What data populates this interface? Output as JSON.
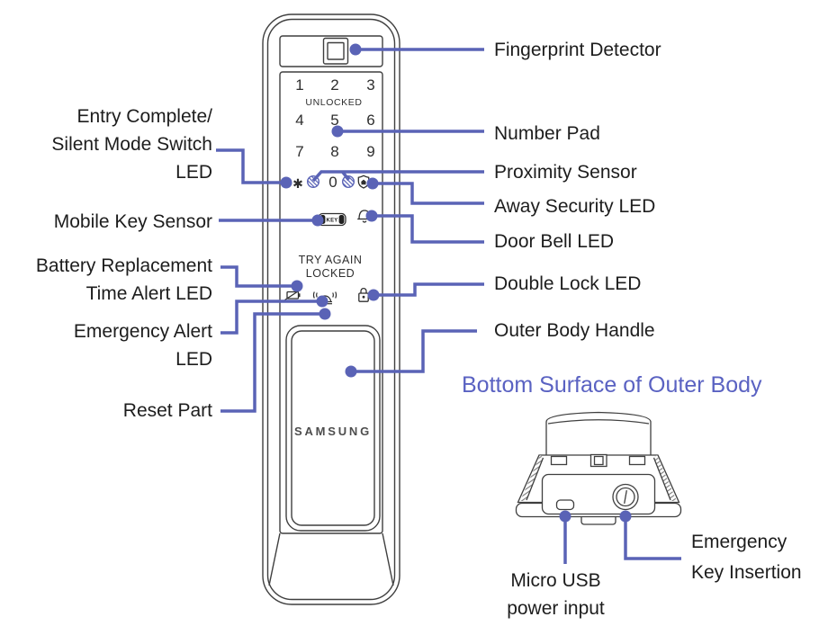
{
  "front_view": {
    "brand": "SAMSUNG",
    "keypad": {
      "row1": [
        "1",
        "2",
        "3"
      ],
      "row2": [
        "4",
        "5",
        "6"
      ],
      "row3": [
        "7",
        "8",
        "9"
      ],
      "star_key": "✱",
      "zero_key": "0",
      "unlocked_label": "UNLOCKED"
    },
    "status": {
      "try_again": "TRY AGAIN",
      "locked": "LOCKED"
    },
    "key_badge_label": "KEY"
  },
  "callout_labels": {
    "left": [
      {
        "name": "entry-complete-silent-mode-switch-led",
        "lines": [
          "Entry Complete/",
          "Silent Mode Switch",
          "LED"
        ]
      },
      {
        "name": "mobile-key-sensor",
        "lines": [
          "Mobile Key Sensor"
        ]
      },
      {
        "name": "battery-replacement-time-alert-led",
        "lines": [
          "Battery Replacement",
          "Time Alert LED"
        ]
      },
      {
        "name": "emergency-alert-led",
        "lines": [
          "Emergency Alert",
          "LED"
        ]
      },
      {
        "name": "reset-part",
        "lines": [
          "Reset Part"
        ]
      }
    ],
    "right": [
      {
        "name": "fingerprint-detector",
        "text": "Fingerprint Detector"
      },
      {
        "name": "number-pad",
        "text": "Number Pad"
      },
      {
        "name": "proximity-sensor",
        "text": "Proximity Sensor"
      },
      {
        "name": "away-security-led",
        "text": "Away Security LED"
      },
      {
        "name": "door-bell-led",
        "text": "Door Bell LED"
      },
      {
        "name": "double-lock-led",
        "text": "Double Lock LED"
      },
      {
        "name": "outer-body-handle",
        "text": "Outer Body Handle"
      }
    ]
  },
  "bottom_view": {
    "heading": "Bottom Surface of Outer Body",
    "labels": [
      {
        "name": "micro-usb-power-input",
        "lines": [
          "Micro USB",
          "power input"
        ]
      },
      {
        "name": "emergency-key-insertion",
        "lines": [
          "Emergency",
          "Key Insertion"
        ]
      }
    ]
  },
  "icons": {
    "fingerprint-scanner-icon": "double-square",
    "proximity-sensor-icon": "blue-hatched-circle",
    "away-security-icon": "shield-with-house",
    "mobile-key-icon": "key-card-badge",
    "door-bell-icon": "bell-outline",
    "battery-alert-icon": "battery-with-slash",
    "emergency-alert-icon": "siren-with-waves",
    "double-lock-icon": "padlock-outline",
    "reset-hole-icon": "small-circle",
    "micro-usb-port-icon": "micro-usb-socket",
    "emergency-keyhole-icon": "round-keyhole"
  },
  "colors": {
    "callout_blue": "#5a63b6",
    "heading_blue": "#5a62c2",
    "outline_dark": "#3f3f3f",
    "label_text": "#1d1d1d"
  }
}
